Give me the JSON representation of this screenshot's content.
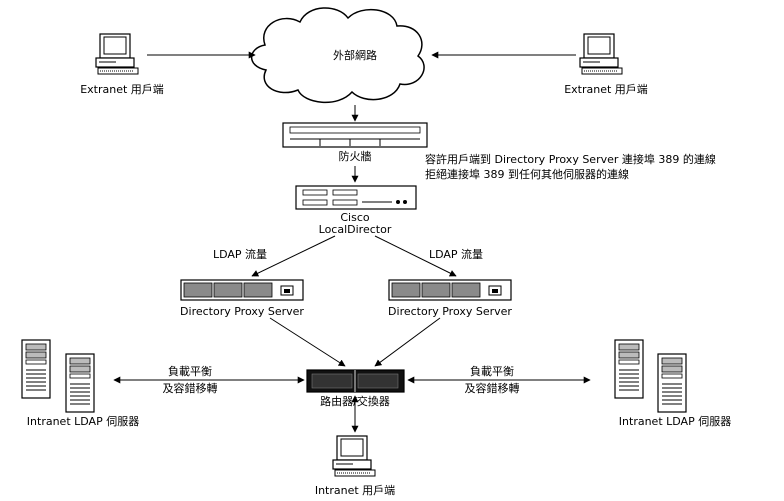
{
  "nodes": {
    "extranet_left": "Extranet 用戶端",
    "extranet_right": "Extranet 用戶端",
    "cloud": "外部網路",
    "firewall": "防火牆",
    "cisco_line1": "Cisco",
    "cisco_line2": "LocalDirector",
    "ldap_traffic_left": "LDAP 流量",
    "ldap_traffic_right": "LDAP 流量",
    "proxy_left": "Directory Proxy Server",
    "proxy_right": "Directory Proxy Server",
    "lb_left_line1": "負載平衡",
    "lb_left_line2": "及容錯移轉",
    "lb_right_line1": "負載平衡",
    "lb_right_line2": "及容錯移轉",
    "router": "路由器/交換器",
    "intranet_ldap_left": "Intranet LDAP 伺服器",
    "intranet_ldap_right": "Intranet LDAP 伺服器",
    "intranet_client": "Intranet 用戶端"
  },
  "firewall_note": {
    "line1": "容許用戶端到 Directory Proxy Server 連接埠 389 的連線",
    "line2": "拒絕連接埠 389 到任何其他伺服器的連線"
  }
}
